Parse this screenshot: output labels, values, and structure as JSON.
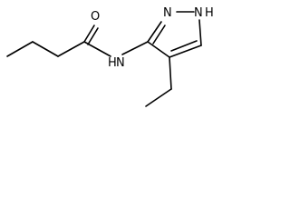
{
  "molecule": {
    "atoms": {
      "O": "O",
      "NH_amide": "H",
      "N_amide": "N",
      "N_ring": "N",
      "NH_ring": "N",
      "NH_ring_H": "H"
    }
  },
  "colors": {
    "bond": "#000000",
    "label": "#000000",
    "background": "#ffffff"
  }
}
